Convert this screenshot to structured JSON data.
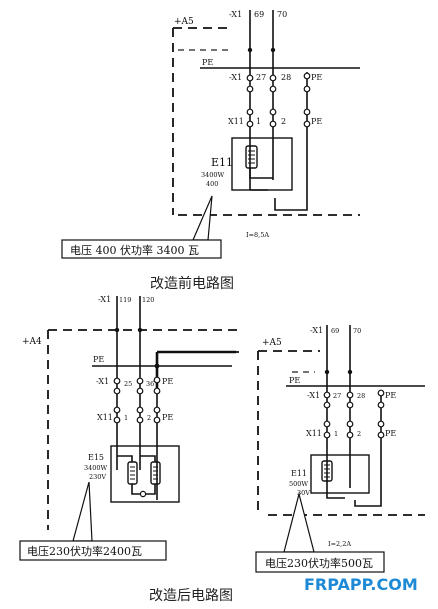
{
  "panel_top": {
    "cabinet_label": "+A5",
    "bus_label": "PE",
    "terminal_x1_top": "-X1",
    "terminal_x1_top_numbers": [
      "69",
      "70"
    ],
    "terminal_x1_mid": "-X1",
    "terminal_x1_mid_numbers": [
      "27",
      "28"
    ],
    "terminal_pe_mid": "PE",
    "terminal_x11": "X11",
    "terminal_x11_numbers": [
      "1",
      "2"
    ],
    "terminal_pe_low": "PE",
    "heater_label": "E11",
    "heater_power": "3400W",
    "heater_voltage": "400",
    "current": "I=8,5A",
    "callout": "电压 400 伏功率 3400 瓦",
    "caption": "改造前电路图"
  },
  "panel_left": {
    "cabinet_label": "+A4",
    "bus_label": "PE",
    "terminal_x1_top": "-X1",
    "terminal_x1_top_numbers": [
      "119",
      "120"
    ],
    "terminal_x1_mid": "-X1",
    "terminal_x1_mid_numbers": [
      "25",
      "36"
    ],
    "terminal_pe_mid": "PE",
    "terminal_x11": "X11",
    "terminal_x11_numbers": [
      "1",
      "2"
    ],
    "terminal_pe_low": "PE",
    "heater_label": "E15",
    "heater_power": "3400W",
    "heater_voltage": "230V",
    "callout": "电压230伏功率2400瓦"
  },
  "panel_right": {
    "cabinet_label": "+A5",
    "bus_label": "PE",
    "terminal_x1_top": "-X1",
    "terminal_x1_top_numbers": [
      "69",
      "70"
    ],
    "terminal_x1_mid": "-X1",
    "terminal_x1_mid_numbers": [
      "27",
      "28"
    ],
    "terminal_pe_mid": "PE",
    "terminal_x11": "X11",
    "terminal_x11_numbers": [
      "1",
      "2"
    ],
    "terminal_pe_low": "PE",
    "heater_label": "E11",
    "heater_power": "500W",
    "heater_voltage": "30V",
    "current": "I=2,2A",
    "callout": "电压230伏功率500瓦"
  },
  "caption_bottom": "改造后电路图",
  "watermark": "FRPAPP.COM",
  "colors": {
    "line": "#111111",
    "watermark": "#1e8ad6",
    "background": "#ffffff"
  }
}
